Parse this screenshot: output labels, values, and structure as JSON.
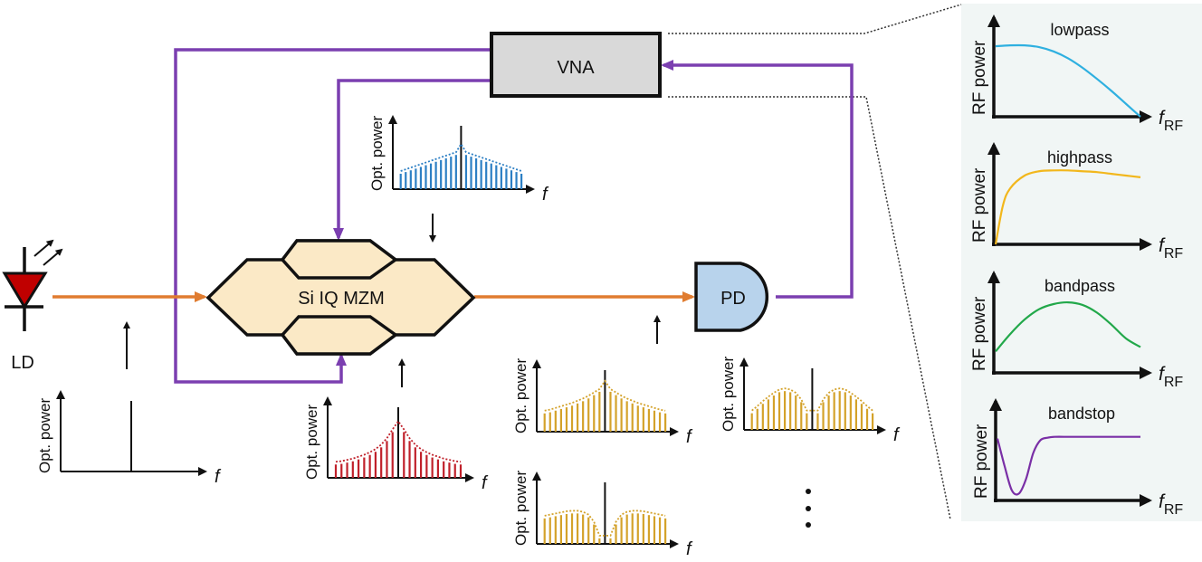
{
  "colors": {
    "rf_line": "#7b3fb0",
    "optical_line": "#e07c30",
    "mzm_fill": "#fbe9c6",
    "vna_fill": "#d9d9d9",
    "pd_fill": "#b8d3ec",
    "ld_fill": "#c00000",
    "panel_bg": "#f1f6f5",
    "spectrum_blue": "#2c7fc4",
    "spectrum_red": "#c0202a",
    "spectrum_gold": "#d4a22a",
    "curve_lowpass": "#2fb0e0",
    "curve_highpass": "#f2b71c",
    "curve_bandpass": "#22a84a",
    "curve_bandstop": "#7a2fa6"
  },
  "blocks": {
    "ld_label": "LD",
    "mzm_label": "Si IQ MZM",
    "vna_label": "VNA",
    "pd_label": "PD"
  },
  "spectrum_axis": {
    "ylabel": "Opt. power",
    "xlabel": "f"
  },
  "ellipsis": "⋮",
  "rf_axis": {
    "ylabel": "RF power",
    "xlabel_main": "f",
    "xlabel_sub": "RF"
  },
  "chart_data": [
    {
      "id": "ld-spectrum",
      "type": "bar",
      "title": "",
      "xlabel": "f",
      "ylabel": "Opt. power",
      "description": "single carrier line",
      "carrier": 1.0,
      "sidebands": []
    },
    {
      "id": "rf-modulated-spectrum",
      "type": "bar",
      "xlabel": "f",
      "ylabel": "Opt. power",
      "envelope": "sharp-peak",
      "carrier": 1.0,
      "sidebands": [
        0.72,
        0.58,
        0.48,
        0.41,
        0.36,
        0.32,
        0.29,
        0.26,
        0.24,
        0.22,
        0.21
      ]
    },
    {
      "id": "vna-modulated-spectrum",
      "type": "bar",
      "xlabel": "f",
      "ylabel": "Opt. power",
      "envelope": "triangular",
      "carrier": 1.0,
      "sidebands": [
        0.6,
        0.57,
        0.54,
        0.51,
        0.48,
        0.45,
        0.42,
        0.39,
        0.36,
        0.33,
        0.3,
        0.27
      ]
    },
    {
      "id": "output-spectrum-1",
      "type": "bar",
      "xlabel": "f",
      "ylabel": "Opt. power",
      "envelope": "peak",
      "carrier": 1.0,
      "sidebands": [
        0.72,
        0.66,
        0.6,
        0.55,
        0.51,
        0.47,
        0.44,
        0.41,
        0.38,
        0.35,
        0.33
      ]
    },
    {
      "id": "output-spectrum-2",
      "type": "bar",
      "xlabel": "f",
      "ylabel": "Opt. power",
      "envelope": "notch",
      "carrier": 1.0,
      "sidebands": [
        0.3,
        0.5,
        0.62,
        0.68,
        0.7,
        0.68,
        0.62,
        0.55,
        0.47,
        0.38,
        0.3
      ]
    },
    {
      "id": "output-spectrum-3",
      "type": "bar",
      "xlabel": "f",
      "ylabel": "Opt. power",
      "envelope": "notch",
      "carrier": 1.0,
      "sidebands": [
        0.1,
        0.35,
        0.48,
        0.53,
        0.55,
        0.55,
        0.54,
        0.52,
        0.5,
        0.48,
        0.46
      ]
    },
    {
      "id": "lowpass",
      "type": "line",
      "title": "lowpass",
      "xlabel": "fRF",
      "ylabel": "RF power",
      "x": [
        0,
        0.1,
        0.2,
        0.3,
        0.4,
        0.5,
        0.6,
        0.7,
        0.8,
        0.9,
        1.0
      ],
      "y": [
        0.82,
        0.83,
        0.83,
        0.81,
        0.76,
        0.68,
        0.57,
        0.44,
        0.3,
        0.15,
        0.0
      ]
    },
    {
      "id": "highpass",
      "type": "line",
      "title": "highpass",
      "xlabel": "fRF",
      "ylabel": "RF power",
      "x": [
        0,
        0.05,
        0.1,
        0.2,
        0.3,
        0.4,
        0.5,
        0.6,
        0.7,
        0.8,
        0.9,
        1.0
      ],
      "y": [
        0.0,
        0.45,
        0.65,
        0.8,
        0.85,
        0.86,
        0.86,
        0.85,
        0.84,
        0.82,
        0.8,
        0.78
      ]
    },
    {
      "id": "bandpass",
      "type": "line",
      "title": "bandpass",
      "xlabel": "fRF",
      "ylabel": "RF power",
      "x": [
        0,
        0.1,
        0.2,
        0.3,
        0.4,
        0.5,
        0.6,
        0.7,
        0.8,
        0.9,
        1.0
      ],
      "y": [
        0.25,
        0.45,
        0.62,
        0.74,
        0.8,
        0.82,
        0.79,
        0.7,
        0.56,
        0.4,
        0.3
      ]
    },
    {
      "id": "bandstop",
      "type": "line",
      "title": "bandstop",
      "xlabel": "fRF",
      "ylabel": "RF power",
      "x": [
        0,
        0.05,
        0.1,
        0.15,
        0.2,
        0.25,
        0.3,
        0.35,
        0.4,
        0.5,
        0.6,
        0.8,
        1.0
      ],
      "y": [
        0.72,
        0.4,
        0.12,
        0.08,
        0.25,
        0.55,
        0.7,
        0.73,
        0.74,
        0.74,
        0.74,
        0.74,
        0.74
      ]
    }
  ]
}
